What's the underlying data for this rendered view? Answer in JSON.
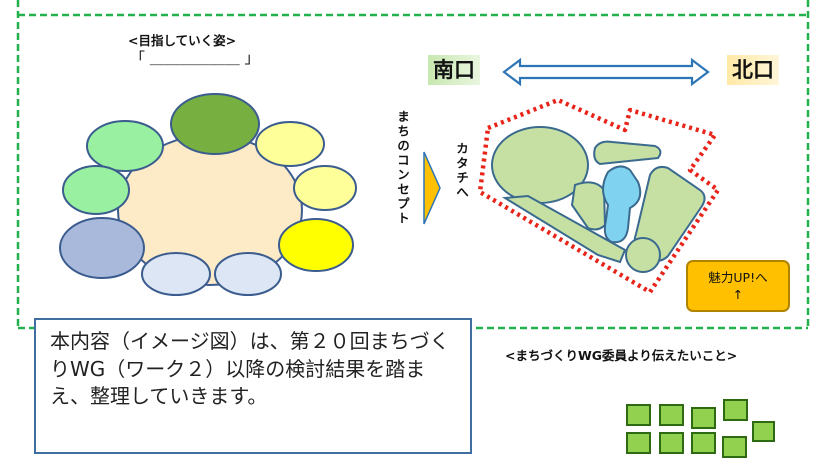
{
  "goal": {
    "title": "<目指していく姿>",
    "bracket": "「 ＿＿＿＿＿＿ 」"
  },
  "labels": {
    "south": "南口",
    "north": "北口",
    "concept": "まちのコンセプト",
    "to_form": "カタチへ"
  },
  "charm_button": {
    "line1": "魅力UP!へ",
    "line2": "↑"
  },
  "note": {
    "text": "本内容（イメージ図）は、第２０回まちづくりWG（ワーク２）以降の検討結果を踏まえ、整理していきます。"
  },
  "messages": {
    "title": "<まちづくりWG委員より伝えたいこと>"
  },
  "colors": {
    "frame_dash": "#22b14c",
    "center_fill": "#fdebc8",
    "green_fill": "#c6e0a4",
    "water_fill": "#7fd3f0",
    "sticky_fill": "#92d050",
    "accent_orange": "#ffc000"
  }
}
